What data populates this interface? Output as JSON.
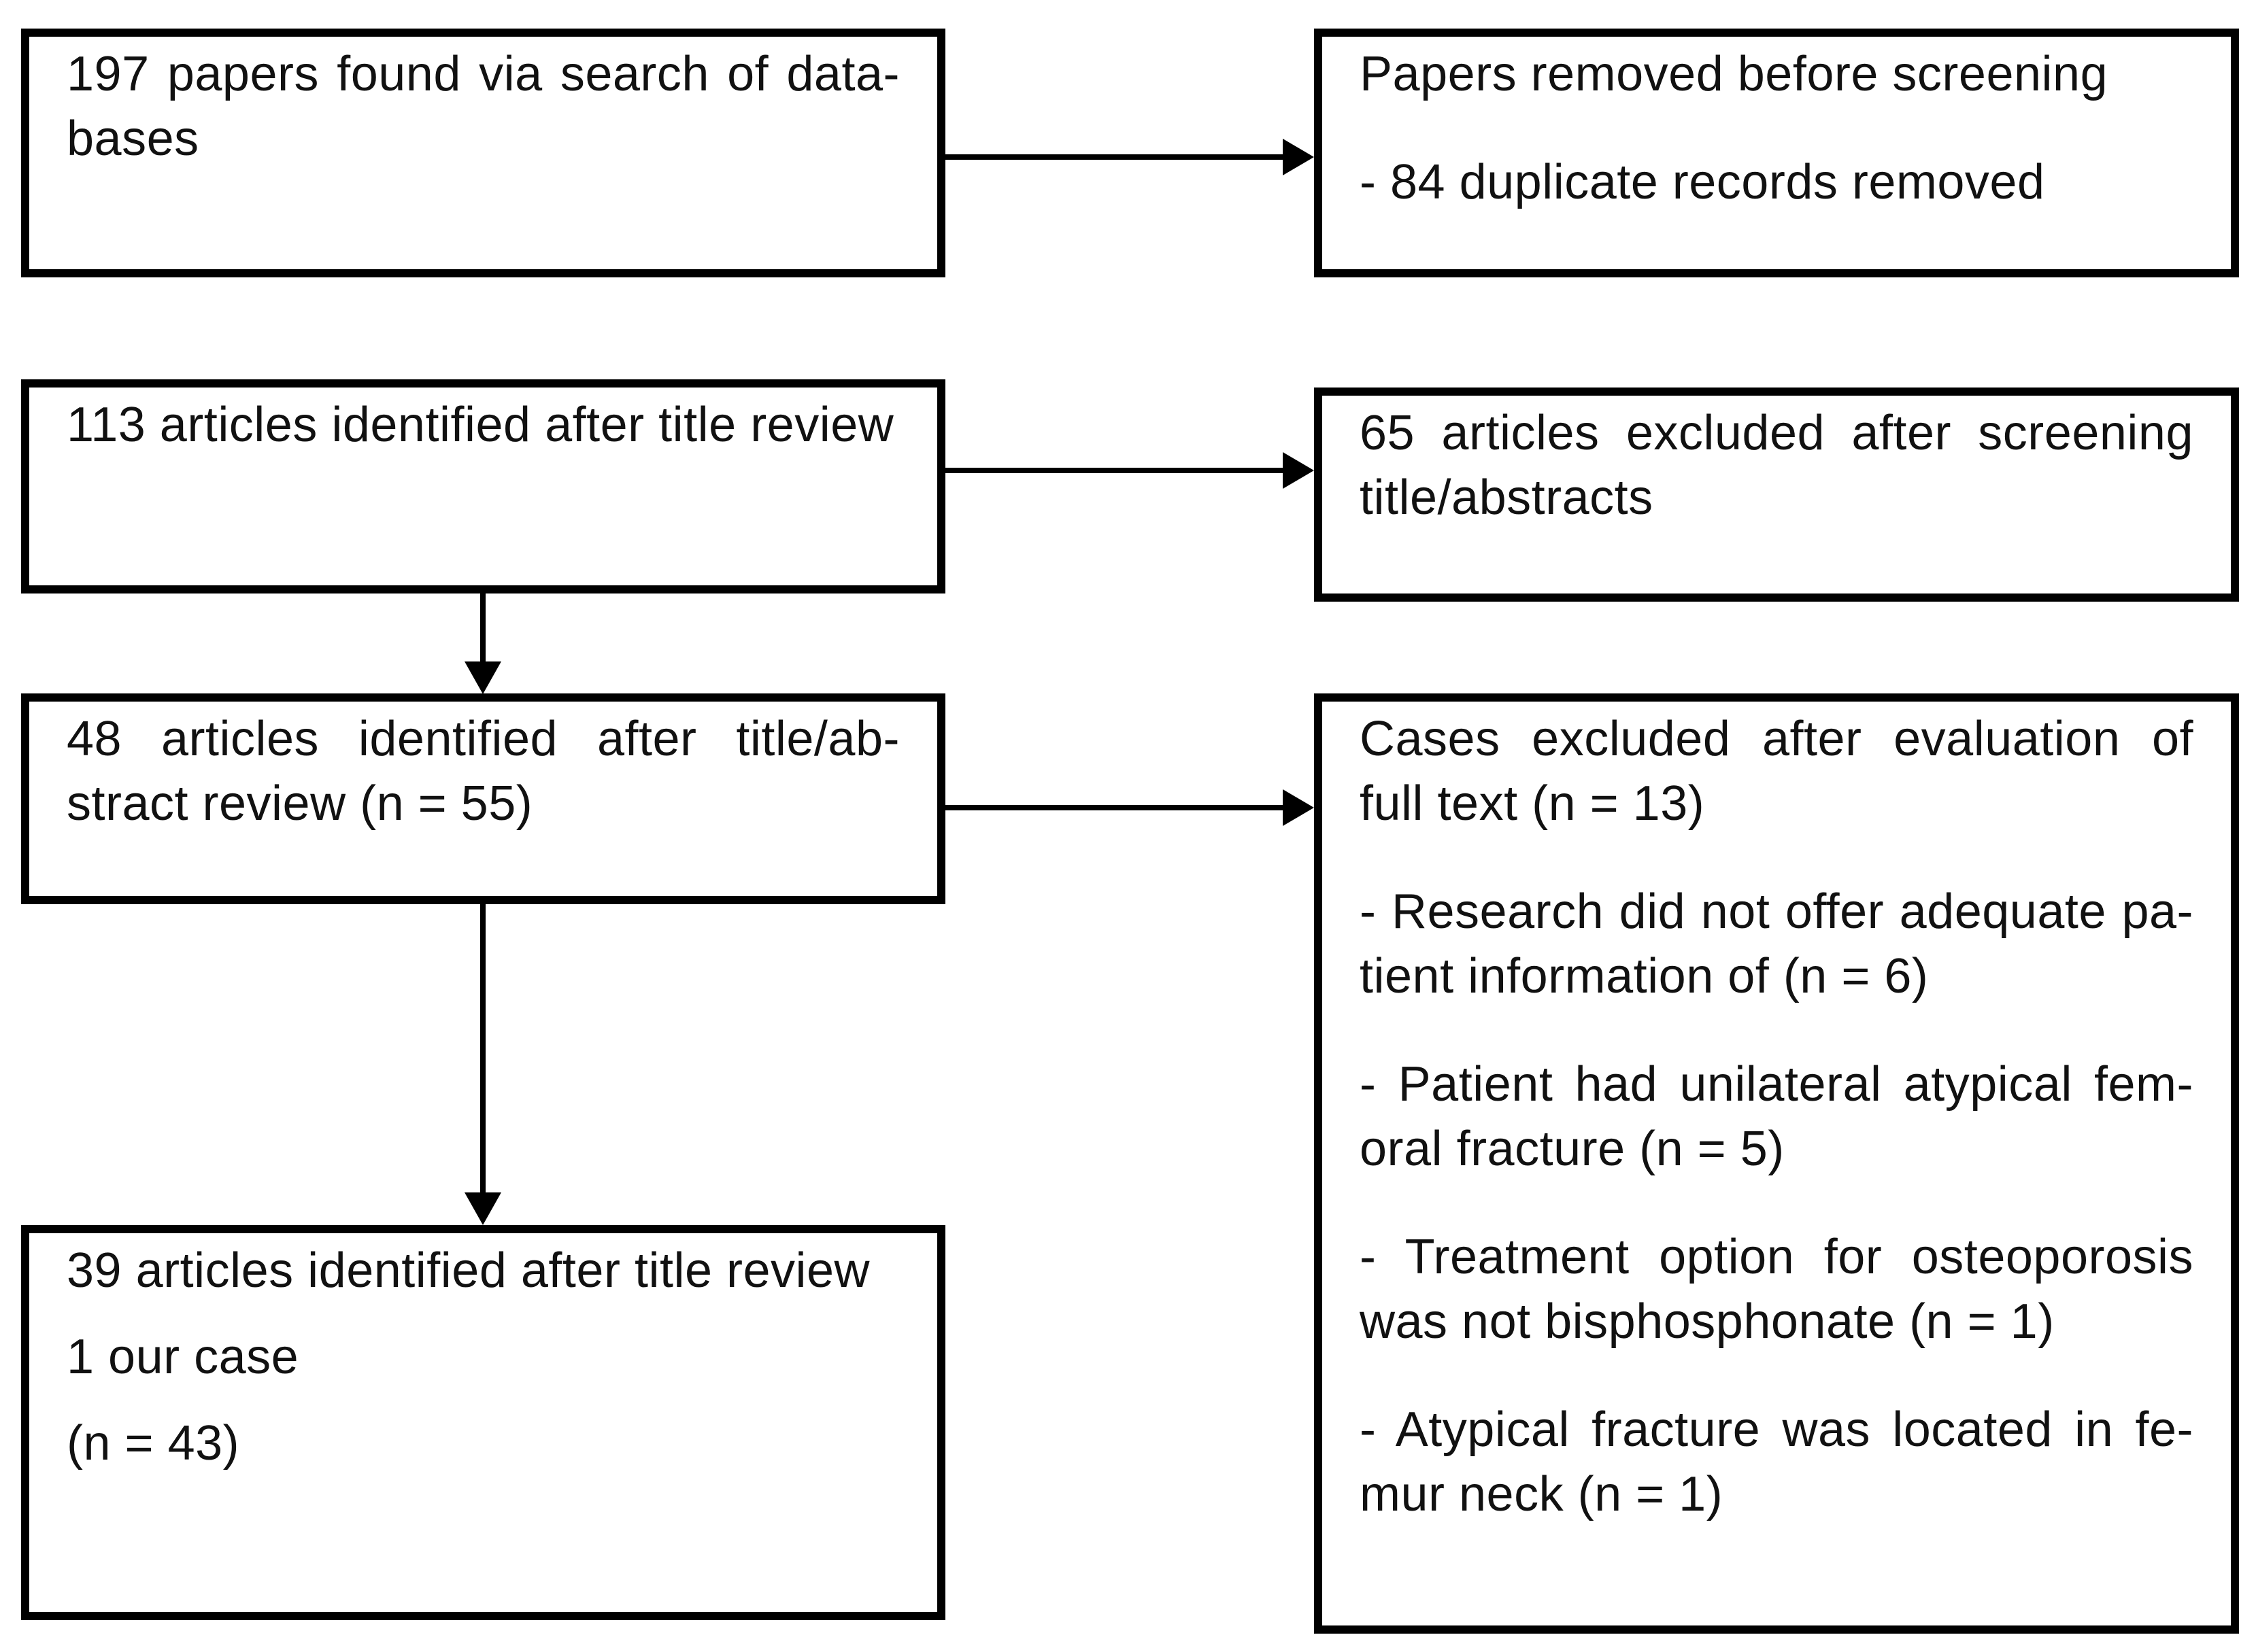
{
  "diagram": {
    "title": "Literature screening flow diagram",
    "colors": {
      "line": "#000000",
      "background": "#ffffff",
      "text": "#111111"
    },
    "boxes": {
      "found": {
        "lines": [
          "197 papers found via search of data-",
          "bases"
        ]
      },
      "title_review": {
        "lines": [
          "113 articles identified after title review"
        ]
      },
      "abstract_review": {
        "lines": [
          "48 articles identified after title/ab-",
          "stract review (n = 55)"
        ]
      },
      "final": {
        "lines": [
          "39 articles identified after title review",
          "1 our case",
          "(n = 43)"
        ]
      },
      "removed_before": {
        "lines": [
          "Papers removed before screening",
          "- 84 duplicate records removed"
        ]
      },
      "excluded_screening": {
        "lines": [
          "65 articles excluded after screening",
          "title/abstracts"
        ]
      },
      "excluded_fulltext": {
        "lines": [
          "Cases excluded after evaluation of",
          "full text (n = 13)",
          "- Research did not offer adequate pa-",
          "tient information of (n = 6)",
          "- Patient had unilateral atypical fem-",
          "oral fracture (n = 5)",
          "- Treatment option for osteoporosis",
          "was not bisphosphonate (n = 1)",
          "- Atypical fracture was located in fe-",
          "mur neck (n = 1)"
        ]
      }
    },
    "arrows": [
      {
        "from": "found",
        "to": "removed_before",
        "direction": "right"
      },
      {
        "from": "title_review",
        "to": "excluded_screening",
        "direction": "right"
      },
      {
        "from": "title_review",
        "to": "abstract_review",
        "direction": "down"
      },
      {
        "from": "abstract_review",
        "to": "excluded_fulltext",
        "direction": "right"
      },
      {
        "from": "abstract_review",
        "to": "final",
        "direction": "down"
      }
    ]
  }
}
